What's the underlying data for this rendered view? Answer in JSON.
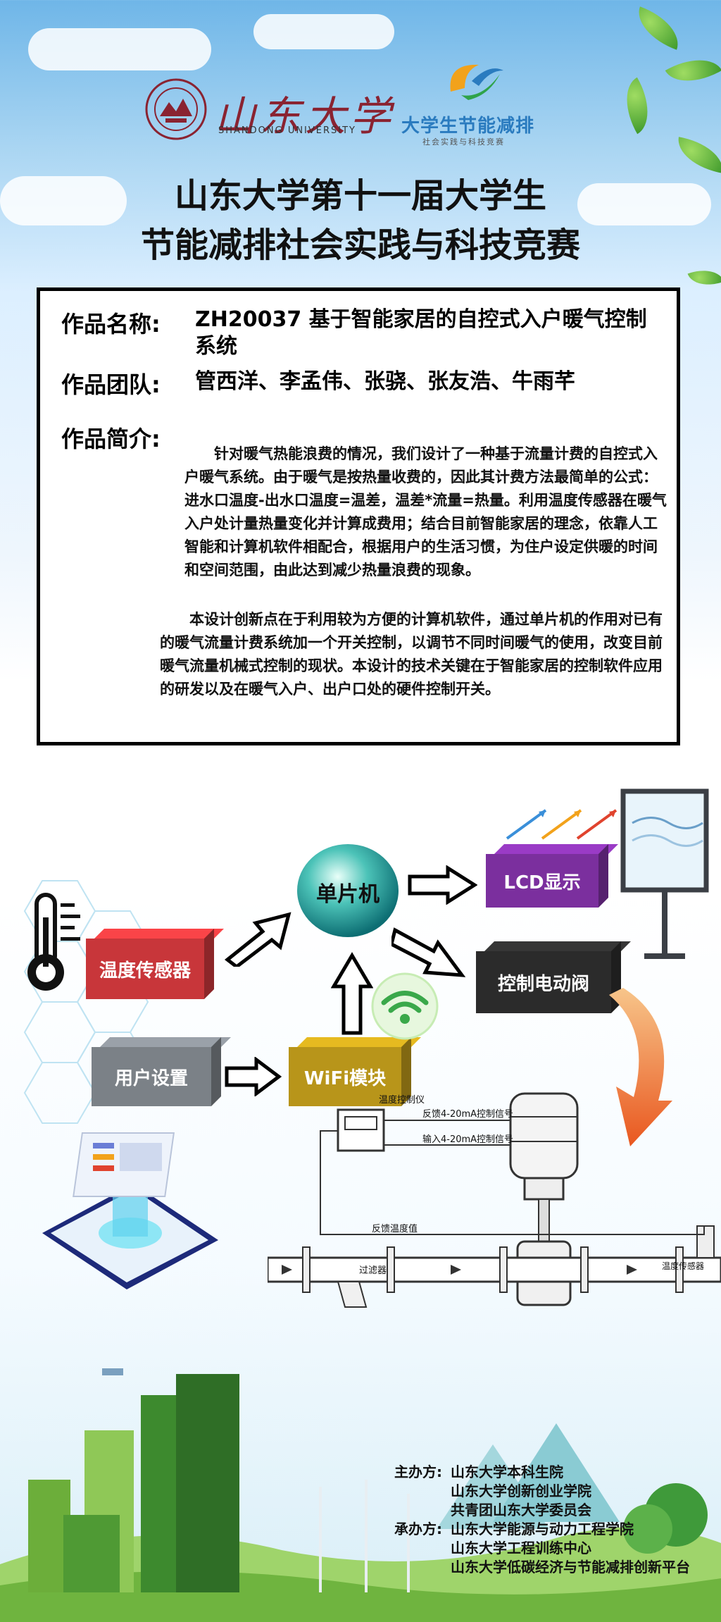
{
  "header": {
    "su_name": "山东大学",
    "su_en": "SHANDONG UNIVERSITY",
    "contest_logo_name": "大学生节能减排",
    "contest_logo_sub": "社会实践与科技竞赛",
    "title_line1": "山东大学第十一届大学生",
    "title_line2": "节能减排社会实践与科技竞赛"
  },
  "info": {
    "name_label": "作品名称:",
    "name_value": "ZH20037 基于智能家居的自控式入户暖气控制系统",
    "team_label": "作品团队:",
    "team_value": "管西洋、李孟伟、张骁、张友浩、牛雨芊",
    "intro_label": "作品简介:",
    "intro_p1": "针对暖气热能浪费的情况，我们设计了一种基于流量计费的自控式入户暖气系统。由于暖气是按热量收费的，因此其计费方法最简单的公式：进水口温度-出水口温度=温差，温差*流量=热量。利用温度传感器在暖气入户处计量热量变化并计算成费用；结合目前智能家居的理念，依靠人工智能和计算机软件相配合，根据用户的生活习惯，为住户设定供暖的时间和空间范围，由此达到减少热量浪费的现象。",
    "intro_p2": "本设计创新点在于利用较为方便的计算机软件，通过单片机的作用对已有的暖气流量计费系统加一个开关控制，以调节不同时间暖气的使用，改变目前暖气流量机械式控制的现状。本设计的技术关键在于智能家居的控制软件应用的研发以及在暖气入户、出户口处的硬件控制开关。"
  },
  "diagram": {
    "temp_sensor": "温度传感器",
    "mcu": "单片机",
    "lcd": "LCD显示",
    "valve": "控制电动阀",
    "user_settings": "用户设置",
    "wifi": "WiFi模块",
    "schematic": {
      "controller": "温度控制仪",
      "feedback_signal": "反馈4-20mA控制信号",
      "input_signal": "输入4-20mA控制信号",
      "feedback_temp": "反馈温度值",
      "filter": "过滤器",
      "sensor": "温度传感器"
    }
  },
  "sponsors": {
    "host_label": "主办方:",
    "host": [
      "山东大学本科生院",
      "山东大学创新创业学院",
      "共青团山东大学委员会"
    ],
    "organizer_label": "承办方:",
    "organizer": [
      "山东大学能源与动力工程学院",
      "山东大学工程训练中心",
      "山东大学低碳经济与节能减排创新平台"
    ]
  },
  "colors": {
    "temp_sensor": "#c8363a",
    "mcu": "#2aa6a0",
    "lcd": "#7b2f9e",
    "valve": "#2b2b2b",
    "user_settings": "#7b8187",
    "wifi": "#b8951a"
  }
}
